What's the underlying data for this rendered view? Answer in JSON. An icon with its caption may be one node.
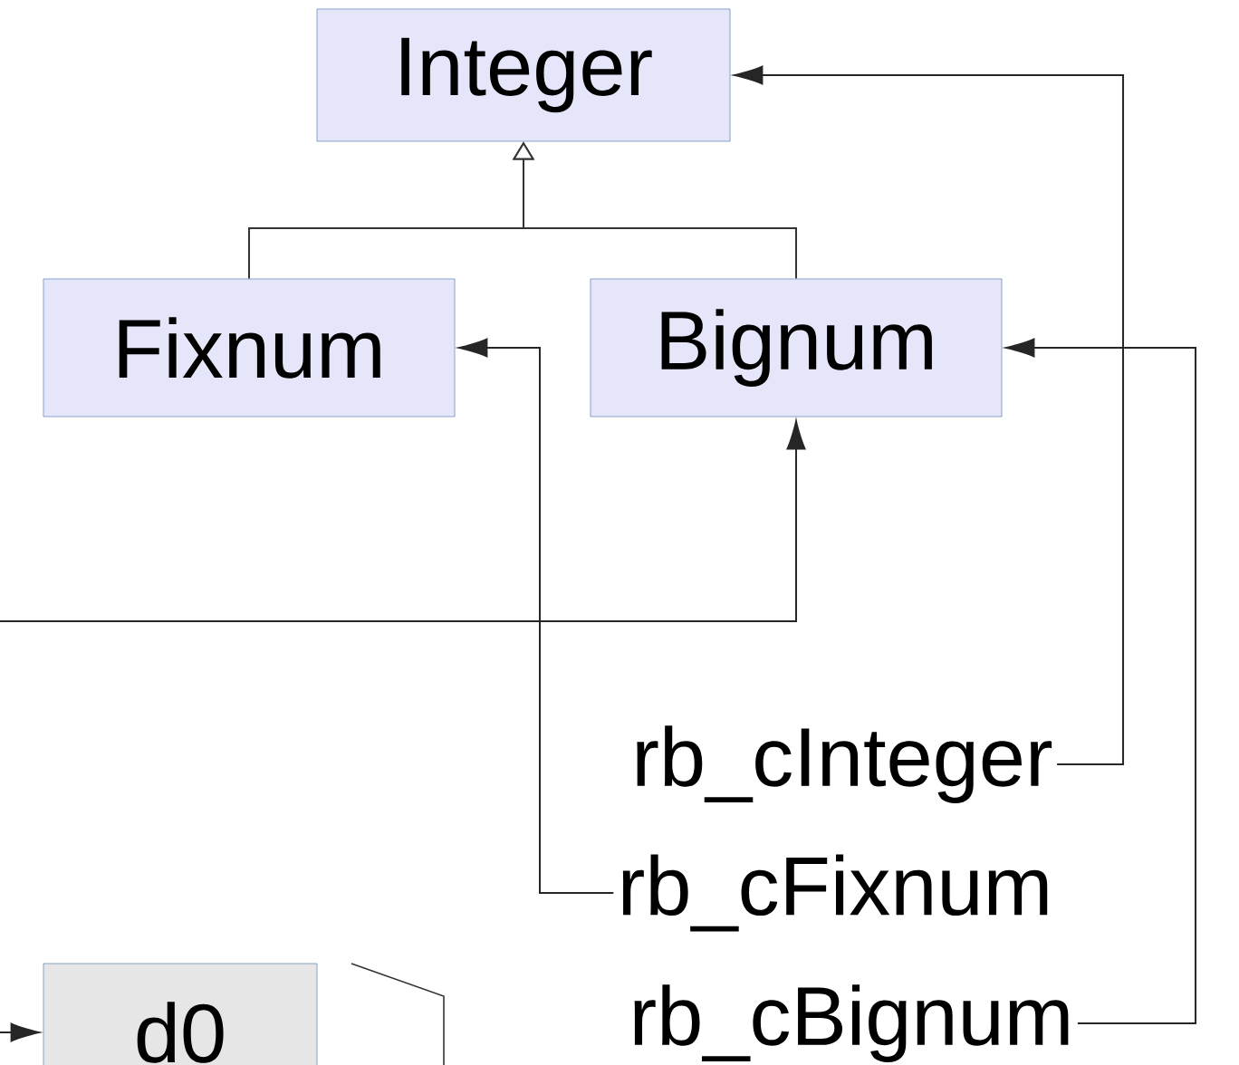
{
  "diagram": {
    "nodes": [
      {
        "text": [
          "Integer"
        ]
      },
      {
        "text": [
          "Fixnum"
        ]
      },
      {
        "text": [
          "Bignum"
        ]
      },
      {
        "text": [
          "rb_cInteger"
        ]
      },
      {
        "text": [
          "rb_cFixnum"
        ]
      },
      {
        "text": [
          "rb_cBignum"
        ]
      },
      {
        "text": [
          "d0"
        ]
      }
    ],
    "edges": [
      {
        "from": 1,
        "to": 0,
        "arrow": "to"
      },
      {
        "from": 2,
        "to": 0,
        "arrow": "to"
      },
      {
        "from": 3,
        "to": 0,
        "arrow": "to"
      },
      {
        "from": 4,
        "to": 1,
        "arrow": "to"
      },
      {
        "from": 5,
        "to": 2,
        "arrow": "to"
      },
      {
        "from": null,
        "to": 2,
        "arrow": "to"
      },
      {
        "from": null,
        "to": 6,
        "arrow": "to"
      }
    ]
  }
}
